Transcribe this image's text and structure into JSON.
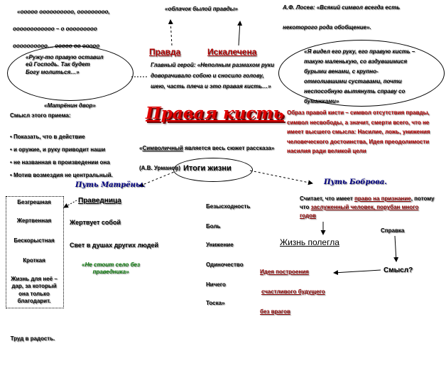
{
  "top_left_fragment": {
    "line1": "«ооооо оооооооооо, ооооооооо,",
    "line2": "оооооооооооо – о ооооооооо",
    "line3": "оооооооооо… ооооо оо ооооо"
  },
  "oval_left_text": "«Ружу-то правую оставил ей Господь. Так будет Богу молиться…»",
  "matryona_source": "«Матрёнин двор»",
  "top_center_quote": "«облачок былой правды»",
  "losev_quote": {
    "line1": "А.Ф. Лосев: «Всякий символ всегда есть",
    "line2": "некоторого рода обобщение»."
  },
  "heading_pravda": "Правда",
  "heading_iskalechena": "Искалечена",
  "hero_quote": "Главный герой: «Неполным размахом руки доворачивало собою и сносило голову, шею, часть плеча и это правая кисть…»",
  "oval_right_text": "«Я видел его руку, его правую кисть – такую маленькую, со вздувшимися бурыми венами, с крупно-отмолившими суставами, почти неспособную вытянуть справу со бумажками»",
  "method_heading": "Смысл этого приема:",
  "method_items": [
    "Показать, что в действие",
    "и оружие, и руку приводит наши",
    "не названная в произведении она",
    "Мотив возмездия не центральный."
  ],
  "title": "Правая кисть",
  "symbol_text": "Образ правой кисти – символ отсутствия правды, символ несвободы, а значит, смерти всего, что не имеет высшего смысла: Насилие, ложь, унижения человеческого достоинства, Идея преодолимости насилия ради великой цели",
  "symbol_line": {
    "prefix": "«",
    "underlined": "Символичный",
    "rest": " является весь сюжет рассказа»"
  },
  "author_note": "(А.В. Урманов)",
  "center_oval": "Итоги жизни",
  "path_matryona": "Путь Матрёны.",
  "path_bobrov": "Путь Боброва.",
  "matryona_traits": [
    "Безгрешная",
    "Жертвенная",
    "Бескорыстная",
    "Кроткая",
    "Жизнь для неё – дар, за который она только благодарит.",
    "Труд в радость."
  ],
  "pravednitsa": "Праведница",
  "sacrifices": "Жертвует собой",
  "light": "Свет в душах других людей",
  "proverb": "«Не стоит село без праведника»",
  "bobrov_states": [
    "Безысходность",
    "Боль",
    "Унижение",
    "Одиночество",
    "Ничего",
    "Тоска»"
  ],
  "bobrov_belief": {
    "text1": "Считает, что имеет ",
    "link1": "право на признание",
    "text2": ", потому что ",
    "link2": "заслуженный человек, порубан много годов"
  },
  "life_wasted": "Жизнь полегла",
  "spravka": "Справка",
  "smysl": "Смысл?",
  "idea_lines": [
    "Идея построения",
    "счастливого будущего",
    "без врагов"
  ]
}
